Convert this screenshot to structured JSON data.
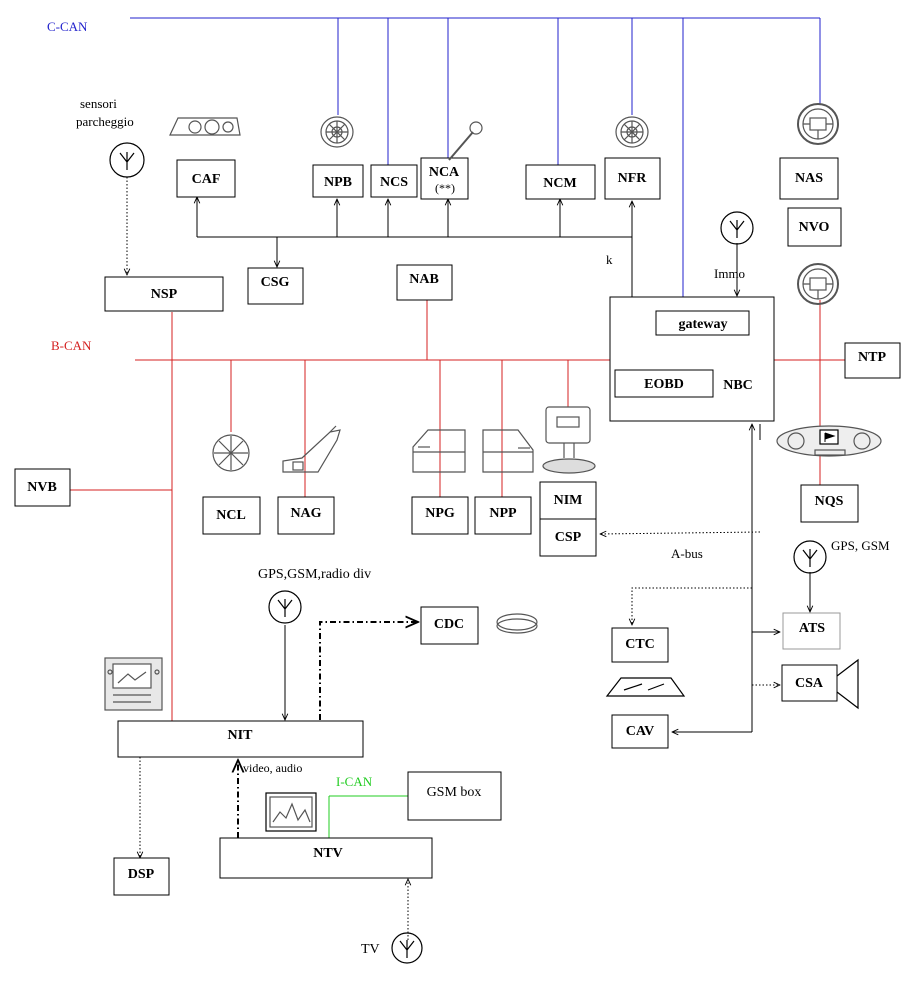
{
  "buses": {
    "c_can": "C-CAN",
    "b_can": "B-CAN",
    "i_can": "I-CAN",
    "a_bus": "A-bus"
  },
  "colors": {
    "c_can": "#2222cc",
    "b_can": "#d42020",
    "i_can": "#22cc22"
  },
  "nodes": {
    "caf": "CAF",
    "npb": "NPB",
    "ncs": "NCS",
    "nca": "NCA",
    "nca_sub": "(**)",
    "ncm": "NCM",
    "nfr": "NFR",
    "nas": "NAS",
    "nvo": "NVO",
    "nsp": "NSP",
    "csg": "CSG",
    "nab": "NAB",
    "gateway": "gateway",
    "eobd": "EOBD",
    "nbc": "NBC",
    "ntp": "NTP",
    "nvb": "NVB",
    "ncl": "NCL",
    "nag": "NAG",
    "npg": "NPG",
    "npp": "NPP",
    "nim": "NIM",
    "csp": "CSP",
    "nqs": "NQS",
    "cdc": "CDC",
    "ctc": "CTC",
    "ats": "ATS",
    "csa": "CSA",
    "cav": "CAV",
    "nit": "NIT",
    "ntv": "NTV",
    "gsm_box": "GSM box",
    "dsp": "DSP"
  },
  "labels": {
    "sensori_1": "sensori",
    "sensori_2": "parcheggio",
    "k": "k",
    "immo": "Immo",
    "gps_gsm_radio": "GPS,GSM,radio div",
    "gps_gsm": "GPS, GSM",
    "video_audio": "video, audio",
    "tv": "TV"
  },
  "icons": [
    "antenna-icon",
    "wheel-icon",
    "steering-wheel-icon",
    "lever-icon",
    "dashboard-icon",
    "car-door-icon",
    "gear-shift-icon",
    "cd-icon",
    "camera-icon",
    "screen-icon",
    "radio-panel-icon",
    "tray-icon"
  ]
}
